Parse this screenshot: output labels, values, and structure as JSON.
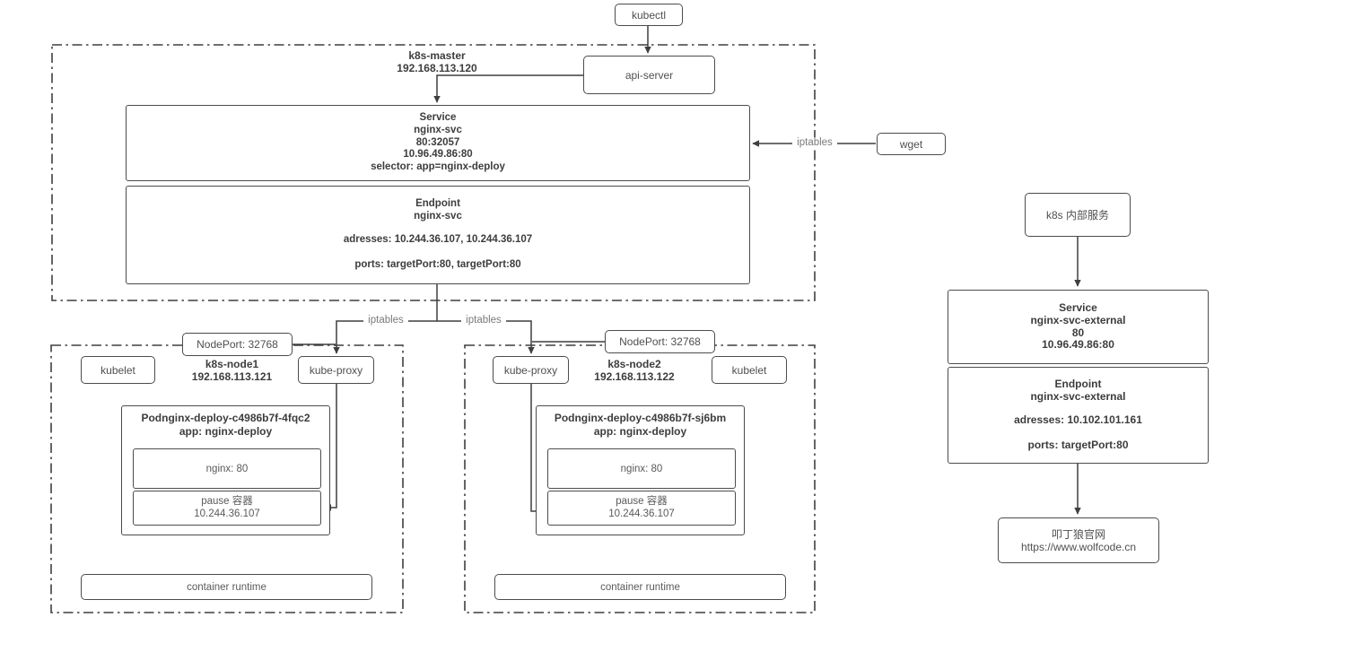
{
  "diagram": {
    "kubectl_label": "kubectl",
    "api_server_label": "api-server",
    "wget_label": "wget",
    "iptables_label": "iptables",
    "master": {
      "name": "k8s-master",
      "ip": "192.168.113.120",
      "service": {
        "type": "Service",
        "name": "nginx-svc",
        "port_mapping": "80:32057",
        "cluster_ip": "10.96.49.86:80",
        "selector": "selector: app=nginx-deploy"
      },
      "endpoint": {
        "type": "Endpoint",
        "name": "nginx-svc",
        "addresses": "adresses: 10.244.36.107, 10.244.36.107",
        "ports": "ports: targetPort:80, targetPort:80"
      }
    },
    "node1": {
      "name": "k8s-node1",
      "ip": "192.168.113.121",
      "nodeport_label": "NodePort: 32768",
      "kubelet_label": "kubelet",
      "kube_proxy_label": "kube-proxy",
      "pod": {
        "title": "Podnginx-deploy-c4986b7f-4fqc2",
        "app_label": "app: nginx-deploy",
        "nginx_container": "nginx: 80",
        "pause_container": "pause 容器",
        "pause_ip": "10.244.36.107"
      },
      "container_runtime_label": "container runtime"
    },
    "node2": {
      "name": "k8s-node2",
      "ip": "192.168.113.122",
      "nodeport_label": "NodePort: 32768",
      "kubelet_label": "kubelet",
      "kube_proxy_label": "kube-proxy",
      "pod": {
        "title": "Podnginx-deploy-c4986b7f-sj6bm",
        "app_label": "app: nginx-deploy",
        "nginx_container": "nginx: 80",
        "pause_container": "pause 容器",
        "pause_ip": "10.244.36.107"
      },
      "container_runtime_label": "container runtime"
    },
    "external": {
      "entry_label": "k8s 内部服务",
      "service": {
        "type": "Service",
        "name": "nginx-svc-external",
        "port": "80",
        "cluster_ip": "10.96.49.86:80"
      },
      "endpoint": {
        "type": "Endpoint",
        "name": "nginx-svc-external",
        "addresses": "adresses: 10.102.101.161",
        "ports": "ports: targetPort:80"
      },
      "site": {
        "name": "叩丁狼官网",
        "url": "https://www.wolfcode.cn"
      }
    }
  }
}
